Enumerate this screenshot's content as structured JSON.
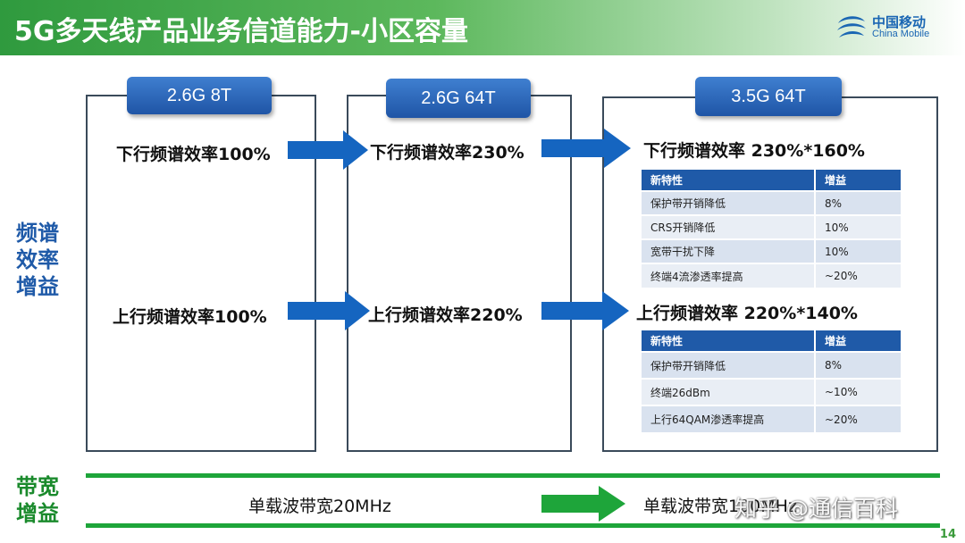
{
  "header": {
    "title": "5G多天线产品业务信道能力-小区容量",
    "logo_cn": "中国移动",
    "logo_en": "China Mobile",
    "logo_icon": "china-mobile-logo-icon"
  },
  "side_labels": {
    "spectrum": "频谱效率增益",
    "bandwidth": "带宽增益"
  },
  "panels": [
    {
      "tab": "2.6G 8T",
      "downlink": "下行频谱效率100%",
      "uplink": "上行频谱效率100%"
    },
    {
      "tab": "2.6G 64T",
      "downlink": "下行频谱效率230%",
      "uplink": "上行频谱效率220%"
    },
    {
      "tab": "3.5G 64T",
      "downlink": "下行频谱效率 230%*160%",
      "uplink": "上行频谱效率 220%*140%"
    }
  ],
  "tables": {
    "downlink": {
      "headers": [
        "新特性",
        "增益"
      ],
      "rows": [
        [
          "保护带开销降低",
          "8%"
        ],
        [
          "CRS开销降低",
          "10%"
        ],
        [
          "宽带干扰下降",
          "10%"
        ],
        [
          "终端4流渗透率提高",
          "~20%"
        ]
      ]
    },
    "uplink": {
      "headers": [
        "新特性",
        "增益"
      ],
      "rows": [
        [
          "保护带开销降低",
          "8%"
        ],
        [
          "终端26dBm",
          "~10%"
        ],
        [
          "上行64QAM渗透率提高",
          "~20%"
        ]
      ]
    }
  },
  "bandwidth": {
    "left": "单载波带宽20MHz",
    "right": "单载波带宽100MHz"
  },
  "watermark": "知乎 @通信百科",
  "page_number": "14",
  "colors": {
    "header_green": "#2f9a3e",
    "tab_blue": "#1f55a6",
    "arrow_blue": "#1565c0",
    "arrow_green": "#1ea53a",
    "side_blue": "#1f5aa8"
  }
}
